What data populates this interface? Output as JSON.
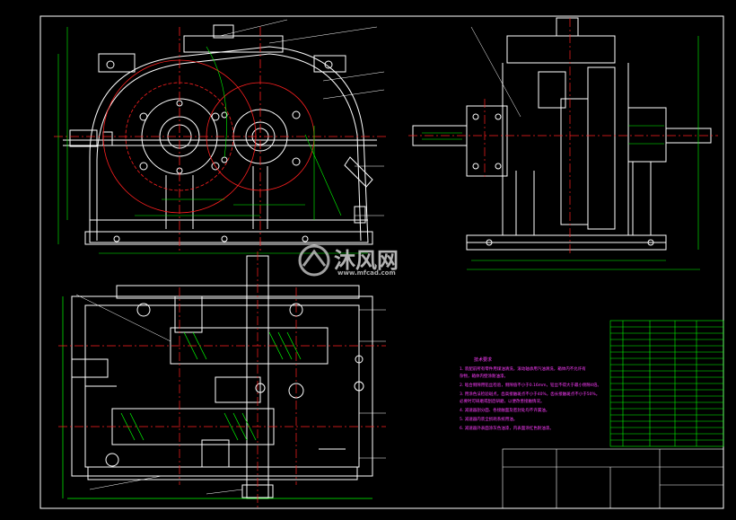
{
  "watermark": {
    "brand_cn": "沐风网",
    "brand_url": "www.mfcad.com"
  },
  "colors": {
    "background": "#000000",
    "outline": "#ffffff",
    "centerline": "#ff2020",
    "hatch": "#00ff00",
    "dimension": "#00ff00",
    "text_magenta": "#ff3cff",
    "table_border": "#00ff00"
  },
  "notes": {
    "title": "技术要求",
    "lines": [
      "1. 装配前所有零件用煤油清洗，滚动轴承用汽油清洗，箱体内不允许有",
      "   杂物，箱体内壁涂耐油漆。",
      "2. 啮合侧隙用铅丝检验，侧隙值不小于0.16mm，铅丝不得大于最小侧隙4倍。",
      "3. 用涂色法检验斑点，齿高接触斑点不小于40%，齿长接触斑点不小于50%。",
      "   必要时可研磨或刮后研磨，以便改善接触情况。",
      "4. 减速器剖分面、各接触面及密封处均不许漏油。",
      "5. 减速器内装全损耗系统用油。",
      "6. 减速器外表面涂灰色油漆，内表面涂红色耐油漆。"
    ]
  }
}
